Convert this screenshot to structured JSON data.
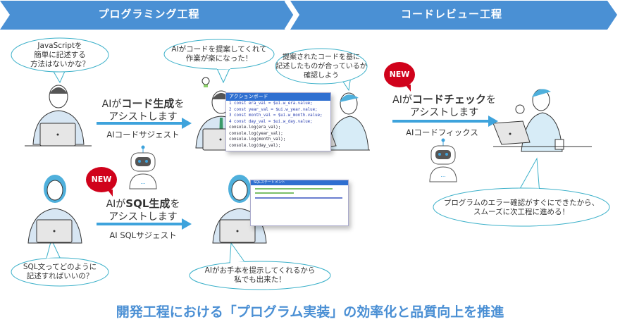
{
  "colors": {
    "banner": "#4a90d4",
    "arrow": "#3ea3dc",
    "new_badge": "#d0021b",
    "bubble_stroke": "#3bb0c9",
    "footer": "#4a8fd4"
  },
  "phases": [
    {
      "label": "プログラミング工程"
    },
    {
      "label": "コードレビュー工程"
    }
  ],
  "bubbles": {
    "js_question": [
      "JavaScriptを",
      "簡単に記述する",
      "方法はないかな？"
    ],
    "ai_suggest": [
      "AIがコードを提案してくれて",
      "作業が楽になった！"
    ],
    "confirm": [
      "提案されたコードを基に",
      "記述したものが合っているか",
      "確認しよう"
    ],
    "error_check": [
      "プログラムのエラー確認がすぐにできたから、",
      "スムーズに次工程に進める！"
    ],
    "sql_question": [
      "SQL文ってどのように",
      "記述すればいいの？"
    ],
    "sql_done": [
      "AIがお手本を提示してくれるから",
      "私でも出来た！"
    ]
  },
  "features": [
    {
      "pre": "AIが",
      "bold": "コード生成",
      "post": "を",
      "line2": "アシストします",
      "name": "AIコードサジェスト",
      "new": false
    },
    {
      "pre": "AIが",
      "bold": "コードチェック",
      "post": "を",
      "line2": "アシストします",
      "name": "AIコードフィックス",
      "new": true
    },
    {
      "pre": "AIが",
      "bold": "SQL生成",
      "post": "を",
      "line2": "アシストします",
      "name": "AI SQLサジェスト",
      "new": true
    }
  ],
  "new_label": "NEW",
  "code_window": {
    "title": "アクションボード",
    "lines": [
      "1   const era_val = $ui.w_era.value;",
      "2   const year_val = $ui.w_year.value;",
      "3   const month_val = $ui.w_month.value;",
      "4   const day_val = $ui.w_day.value;",
      "console.log(era_val);",
      "console.log(year_val);",
      "console.log(month_val);",
      "console.log(day_val);"
    ]
  },
  "sql_window": {
    "title": "SQLステートメント"
  },
  "footer": "開発工程における「プログラム実装」の効率化と品質向上を推進"
}
